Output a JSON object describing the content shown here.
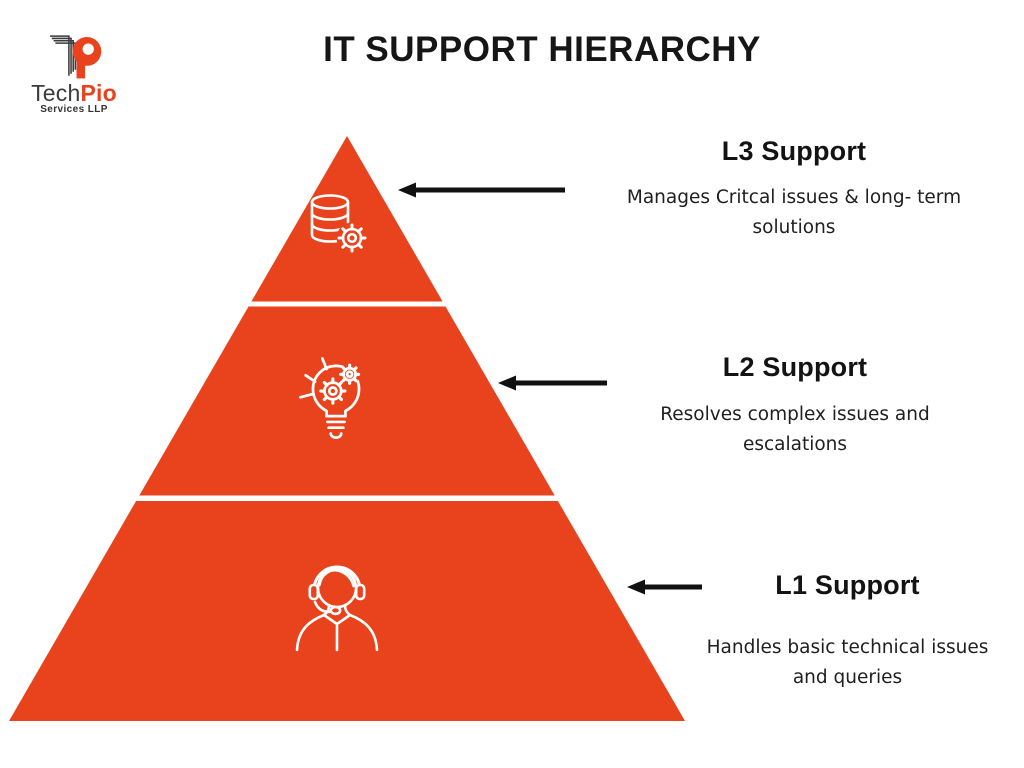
{
  "title": "IT SUPPORT HIERARCHY",
  "logo": {
    "brand_primary": "Tech",
    "brand_accent": "Pio",
    "tagline": "Services LLP"
  },
  "colors": {
    "pyramid_orange": "#E8431C",
    "icon_white": "#FFFFFF",
    "arrow_black": "#111111",
    "logo_dark": "#3B3B3B",
    "title_text": "#161616"
  },
  "levels": [
    {
      "id": "l3",
      "heading": "L3 Support",
      "description_lines": [
        "Manages Critcal issues & long- term",
        "solutions"
      ],
      "icon": "database-gear-icon"
    },
    {
      "id": "l2",
      "heading": "L2 Support",
      "description_lines": [
        "Resolves complex issues and",
        "escalations"
      ],
      "icon": "lightbulb-gears-icon"
    },
    {
      "id": "l1",
      "heading": "L1 Support",
      "description_lines": [
        "Handles basic technical issues",
        "and queries"
      ],
      "icon": "headset-agent-icon"
    }
  ]
}
